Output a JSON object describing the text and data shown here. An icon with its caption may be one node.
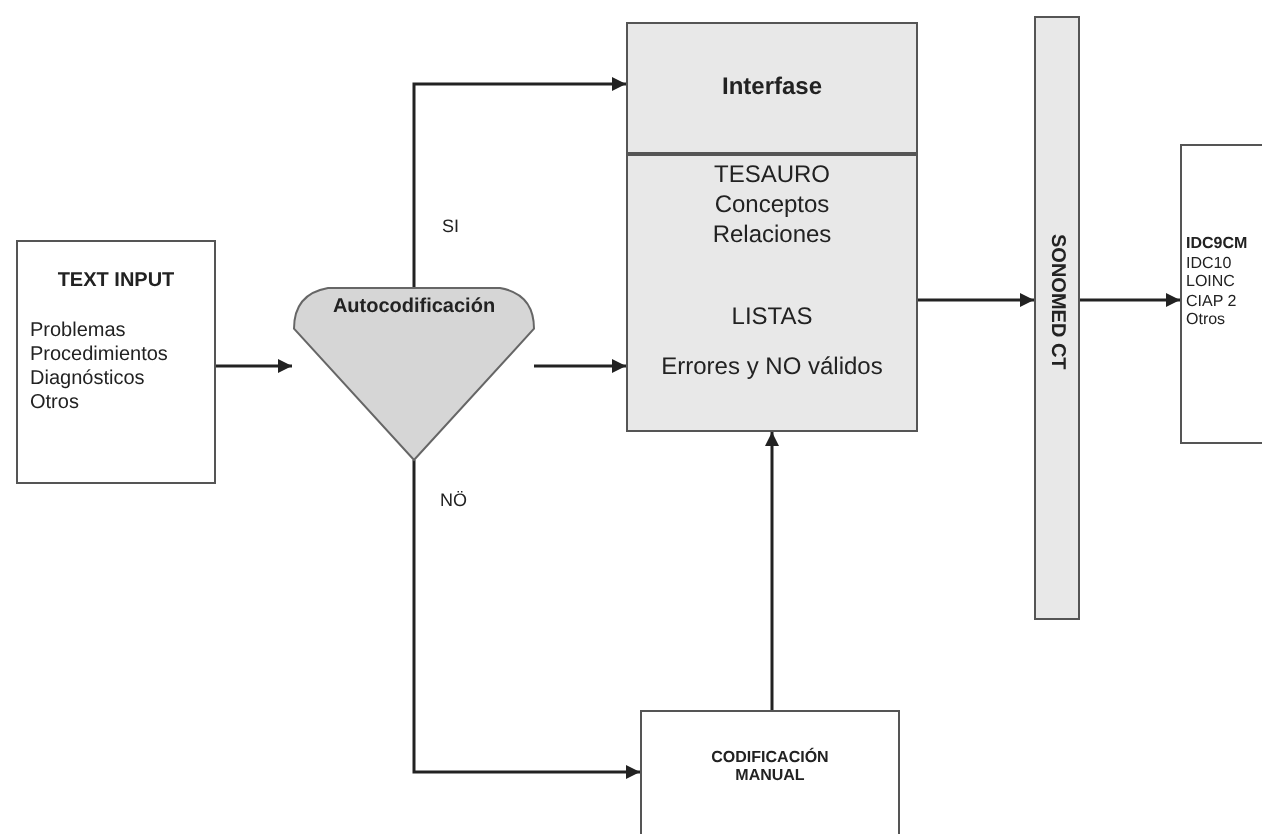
{
  "diagram": {
    "nodes": [
      {
        "text": [
          "TEXT INPUT",
          "Problemas",
          "Procedimientos",
          "Diagnósticos",
          "Otros"
        ]
      },
      {
        "text": [
          "Autocodificación"
        ]
      },
      {
        "text": [
          "Interfase"
        ]
      },
      {
        "text": [
          "TESAURO Conceptos Relaciones",
          "LISTAS",
          "Errores y NO válidos"
        ]
      },
      {
        "text": [
          "SONOMED CT"
        ]
      },
      {
        "text": [
          "IDC9CM",
          "IDC10",
          "LOINC",
          "CIAP 2",
          "Otros"
        ]
      },
      {
        "text": [
          "CODIFICACIÓN MANUAL"
        ]
      }
    ],
    "edges": [
      {
        "from": 0,
        "to": 1,
        "arrow": "to"
      },
      {
        "from": 1,
        "to": 2,
        "arrow": "to",
        "label": "SI"
      },
      {
        "from": 1,
        "to": 3,
        "arrow": "to"
      },
      {
        "from": 1,
        "to": 6,
        "arrow": "to",
        "label": "NÖ"
      },
      {
        "from": 6,
        "to": 3,
        "arrow": "to"
      },
      {
        "from": 3,
        "to": 4,
        "arrow": "to"
      },
      {
        "from": 4,
        "to": 5,
        "arrow": "to"
      }
    ]
  }
}
